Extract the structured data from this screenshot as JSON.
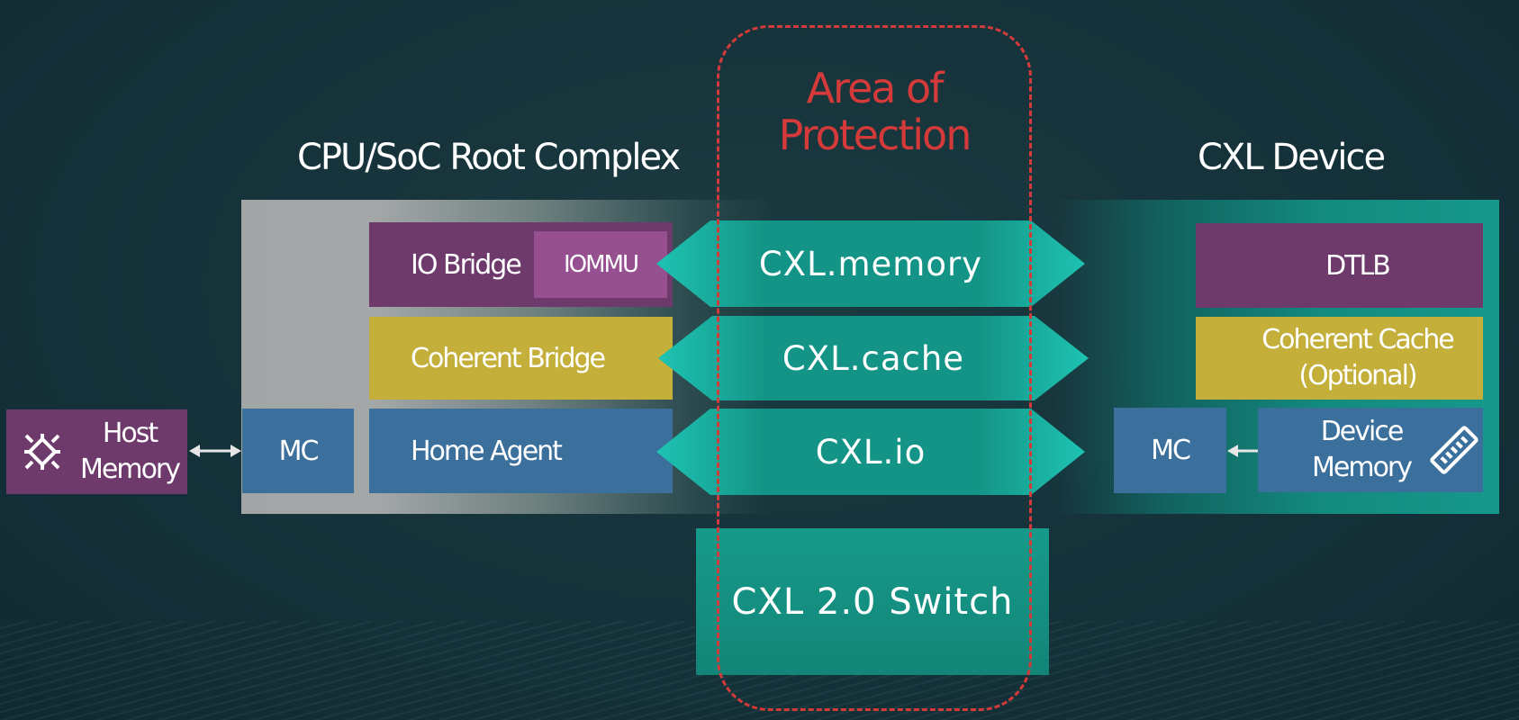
{
  "protection": {
    "line1": "Area of",
    "line2": "Protection",
    "color": "#d43a3a"
  },
  "host": {
    "title": "CPU/SoC Root Complex"
  },
  "device": {
    "title": "CXL Device"
  },
  "host_blocks": {
    "io_bridge": "IO Bridge",
    "iommu": "IOMMU",
    "coherent_bridge": "Coherent Bridge",
    "home_agent": "Home Agent",
    "mc": "MC"
  },
  "host_memory": {
    "line1": "Host",
    "line2": "Memory"
  },
  "protocols": {
    "memory": "CXL.memory",
    "cache": "CXL.cache",
    "io": "CXL.io"
  },
  "switch": {
    "label": "CXL 2.0 Switch"
  },
  "device_blocks": {
    "dtlb": "DTLB",
    "cache_line1": "Coherent Cache",
    "cache_line2": "(Optional)",
    "mc": "MC",
    "mem_line1": "Device",
    "mem_line2": "Memory"
  },
  "icons": {
    "host_memory": "chip-icon",
    "device_memory": "memory-stick-icon"
  },
  "colors": {
    "purple": "#6e3a6c",
    "gold": "#c3af3a",
    "blue": "#3b6f9c",
    "teal": "#179a8b"
  }
}
